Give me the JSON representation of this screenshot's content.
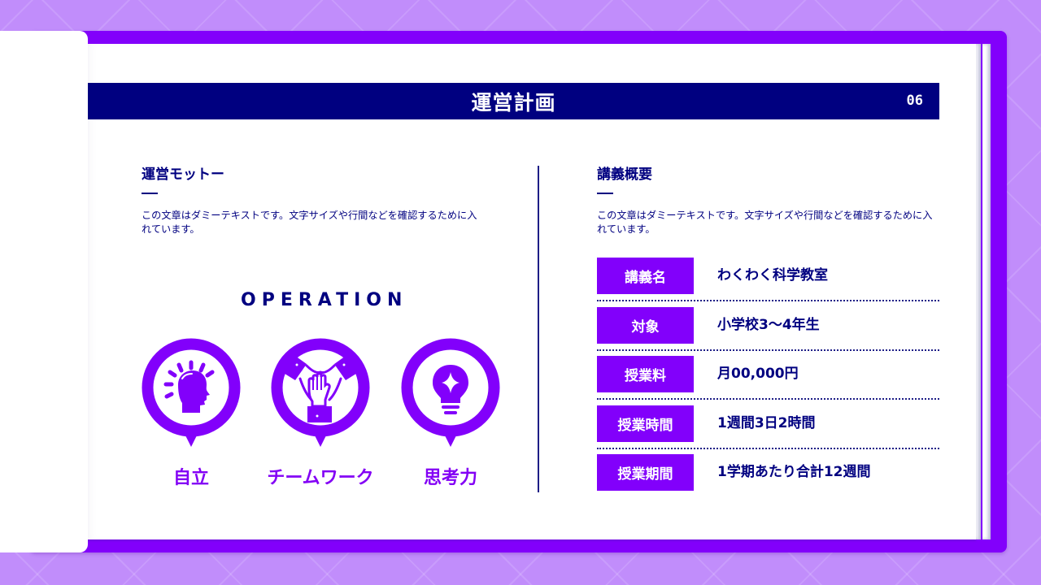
{
  "slide": {
    "title": "運営計画",
    "page_number": "06"
  },
  "left_section": {
    "heading": "運営モットー",
    "body": "この文章はダミーテキストです。文字サイズや行間などを確認するために入れています。",
    "operation_label": "OPERATION",
    "pillars": [
      {
        "label": "自立",
        "icon": "head-idea-icon"
      },
      {
        "label": "チームワーク",
        "icon": "teamwork-hands-icon"
      },
      {
        "label": "思考力",
        "icon": "lightbulb-icon"
      }
    ]
  },
  "right_section": {
    "heading": "講義概要",
    "body": "この文章はダミーテキストです。文字サイズや行間などを確認するために入れています。",
    "rows": [
      {
        "key": "講義名",
        "value": "わくわく科学教室"
      },
      {
        "key": "対象",
        "value": "小学校3〜4年生"
      },
      {
        "key": "授業料",
        "value": "月00,000円"
      },
      {
        "key": "授業時間",
        "value": "1週間3日2時間"
      },
      {
        "key": "授業期間",
        "value": "1学期あたり合計12週間"
      }
    ]
  },
  "colors": {
    "background": "#c18dfb",
    "frame": "#8200fb",
    "navy": "#000080",
    "accent": "#8300f5",
    "white": "#ffffff"
  }
}
